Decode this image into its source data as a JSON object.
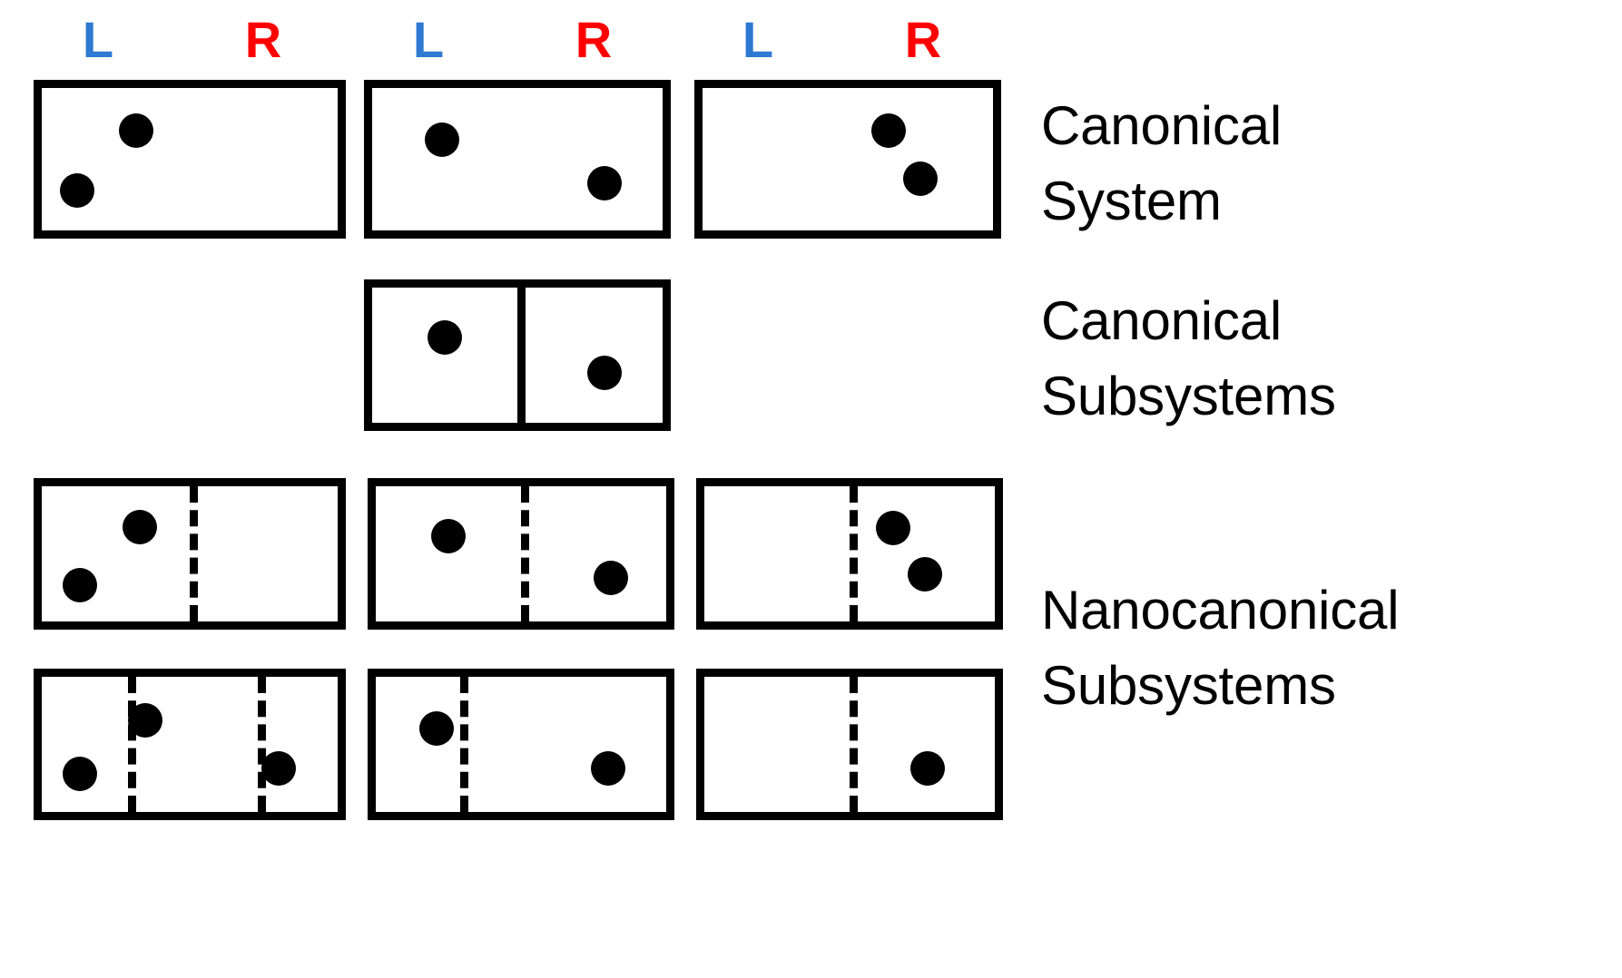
{
  "figure": {
    "background_color": "#FFFFFF",
    "line_color": "#000000",
    "particle_color": "#000000",
    "left_label_color": "#2E79D1",
    "right_label_color": "#FF0000"
  },
  "column_headers": [
    {
      "left": "L",
      "right": "R"
    },
    {
      "left": "L",
      "right": "R"
    },
    {
      "left": "L",
      "right": "R"
    }
  ],
  "captions": {
    "canonical_system": "Canonical\nSystem",
    "canonical_subsystems": "Canonical\nSubsystems",
    "nanocanonical_subsystems": "Nanocanonical\nSubsystems"
  },
  "chart_data": {
    "type": "diagram",
    "title": "Canonical System, Canonical Subsystems and Nanocanonical Subsystems",
    "description": "Four rows of rectangular containers holding black particles. Blue L and red R mark the left and right halves of each container. Row 1 shows whole canonical systems with no internal walls. Row 2 shows a single container split by a solid wall into two canonical subsystems. Rows 3 and 4 show containers split by dashed (permeable) walls into nanocanonical subsystems.",
    "rows": [
      {
        "id": "canonical-system",
        "label": "Canonical System",
        "divider_style": "none",
        "boxes": [
          {
            "id": "cs-box-1",
            "dividers": [],
            "particles": [
              {
                "x_pct": 32,
                "y_pct": 30,
                "half": "L"
              },
              {
                "x_pct": 12,
                "y_pct": 72,
                "half": "L"
              }
            ]
          },
          {
            "id": "cs-box-2",
            "dividers": [],
            "particles": [
              {
                "x_pct": 24,
                "y_pct": 36,
                "half": "L"
              },
              {
                "x_pct": 80,
                "y_pct": 67,
                "half": "R"
              }
            ]
          },
          {
            "id": "cs-box-3",
            "dividers": [],
            "particles": [
              {
                "x_pct": 64,
                "y_pct": 30,
                "half": "R"
              },
              {
                "x_pct": 75,
                "y_pct": 64,
                "half": "R"
              }
            ]
          }
        ]
      },
      {
        "id": "canonical-subsystems",
        "label": "Canonical Subsystems",
        "divider_style": "solid",
        "boxes": [
          {
            "id": "csub-box-1",
            "column": 2,
            "dividers": [
              {
                "x_pct": 50,
                "style": "solid"
              }
            ],
            "particles": [
              {
                "x_pct": 25,
                "y_pct": 37,
                "half": "L"
              },
              {
                "x_pct": 80,
                "y_pct": 63,
                "half": "R"
              }
            ]
          }
        ]
      },
      {
        "id": "nanocanonical-subsystems-row-1",
        "label": "Nanocanonical Subsystems",
        "divider_style": "dashed",
        "boxes": [
          {
            "id": "nano-a-box-1",
            "dividers": [
              {
                "x_pct": 50,
                "style": "dashed"
              }
            ],
            "particles": [
              {
                "x_pct": 33,
                "y_pct": 30,
                "half": "L"
              },
              {
                "x_pct": 13,
                "y_pct": 73,
                "half": "L"
              }
            ]
          },
          {
            "id": "nano-a-box-2",
            "dividers": [
              {
                "x_pct": 50,
                "style": "dashed"
              }
            ],
            "particles": [
              {
                "x_pct": 25,
                "y_pct": 37,
                "half": "L"
              },
              {
                "x_pct": 81,
                "y_pct": 68,
                "half": "R"
              }
            ]
          },
          {
            "id": "nano-a-box-3",
            "dividers": [
              {
                "x_pct": 50,
                "style": "dashed"
              }
            ],
            "particles": [
              {
                "x_pct": 65,
                "y_pct": 31,
                "half": "R"
              },
              {
                "x_pct": 76,
                "y_pct": 65,
                "half": "R"
              }
            ]
          }
        ]
      },
      {
        "id": "nanocanonical-subsystems-row-2",
        "label": "",
        "divider_style": "dashed",
        "boxes": [
          {
            "id": "nano-b-box-1",
            "dividers": [
              {
                "x_pct": 29,
                "style": "dashed"
              },
              {
                "x_pct": 73,
                "style": "dashed"
              }
            ],
            "particles": [
              {
                "x_pct": 35,
                "y_pct": 32,
                "half": "M"
              },
              {
                "x_pct": 13,
                "y_pct": 72,
                "half": "L"
              },
              {
                "x_pct": 80,
                "y_pct": 68,
                "half": "R"
              }
            ]
          },
          {
            "id": "nano-b-box-2",
            "dividers": [
              {
                "x_pct": 29,
                "style": "dashed"
              }
            ],
            "particles": [
              {
                "x_pct": 21,
                "y_pct": 38,
                "half": "L"
              },
              {
                "x_pct": 80,
                "y_pct": 68,
                "half": "R"
              }
            ]
          },
          {
            "id": "nano-b-box-3",
            "dividers": [
              {
                "x_pct": 50,
                "style": "dashed"
              }
            ],
            "particles": [
              {
                "x_pct": 77,
                "y_pct": 68,
                "half": "R"
              }
            ]
          }
        ]
      }
    ]
  }
}
